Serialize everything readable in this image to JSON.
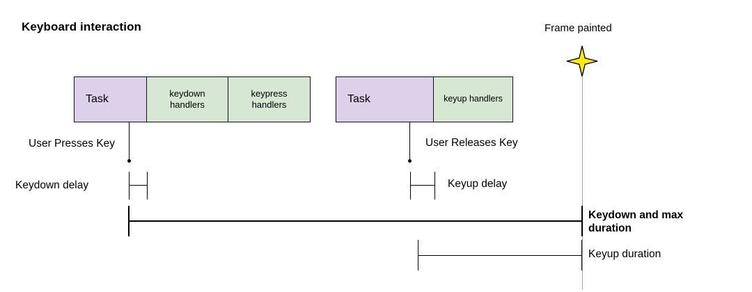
{
  "diagram": {
    "title": "Keyboard interaction",
    "type": "timeline-sequence-diagram",
    "colors": {
      "task_fill": "#ddd0ea",
      "handler_fill": "#d6e8d3",
      "stroke": "#111111",
      "star_fill": "#ffee00",
      "star_stroke": "#000000",
      "dotted_guide": "#555555"
    }
  },
  "blocks": {
    "keydown_group": [
      {
        "label": "Task",
        "kind": "task"
      },
      {
        "label": "keydown\nhandlers",
        "line1": "keydown",
        "line2": "handlers",
        "kind": "handler"
      },
      {
        "label": "keypress\nhandlers",
        "line1": "keypress",
        "line2": "handlers",
        "kind": "handler"
      }
    ],
    "keyup_group": [
      {
        "label": "Task",
        "kind": "task"
      },
      {
        "label": "keyup handlers",
        "kind": "handler"
      }
    ]
  },
  "events": {
    "press": "User Presses Key",
    "release": "User Releases Key",
    "frame_painted": "Frame painted",
    "star_icon": "four-point-star-icon"
  },
  "measures": [
    {
      "id": "keydown-delay",
      "label": "Keydown delay",
      "bold": false,
      "label_side": "left"
    },
    {
      "id": "keyup-delay",
      "label": "Keyup delay",
      "bold": false,
      "label_side": "right"
    },
    {
      "id": "keydown-duration",
      "label": "Keydown and max duration",
      "line1": "Keydown and max",
      "line2": "duration",
      "bold": true,
      "label_side": "right"
    },
    {
      "id": "keyup-duration",
      "label": "Keyup duration",
      "bold": false,
      "label_side": "right"
    }
  ]
}
